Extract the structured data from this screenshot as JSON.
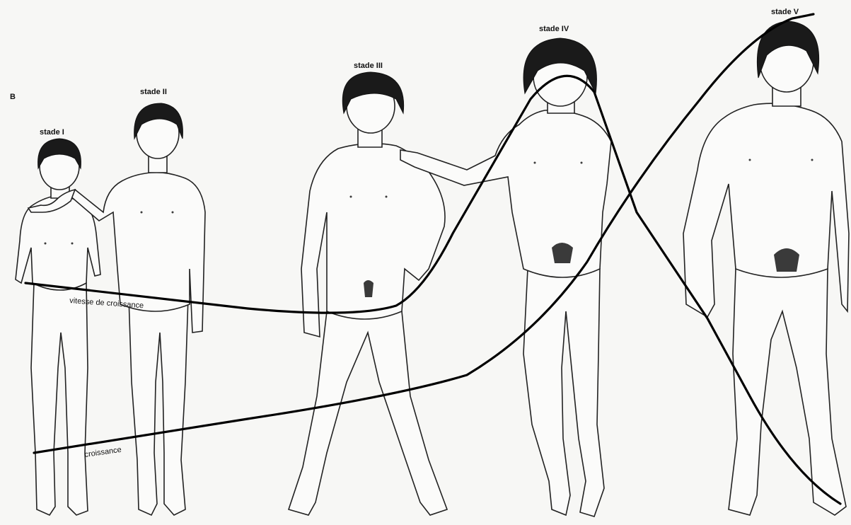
{
  "panel_letter": "B",
  "stages": [
    {
      "id": "stade-1",
      "label": "stade I"
    },
    {
      "id": "stade-2",
      "label": "stade II"
    },
    {
      "id": "stade-3",
      "label": "stade III"
    },
    {
      "id": "stade-4",
      "label": "stade IV"
    },
    {
      "id": "stade-5",
      "label": "stade V"
    }
  ],
  "curves": {
    "growth_velocity_label": "vitesse de croissance",
    "growth_label": "croissance"
  },
  "colors": {
    "background": "#f7f7f5",
    "ink": "#111111",
    "curve": "#000000"
  }
}
